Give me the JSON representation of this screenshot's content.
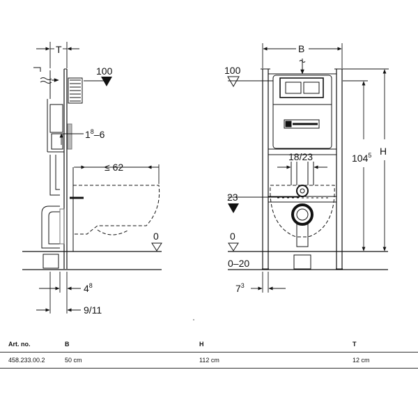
{
  "labels": {
    "t": "T",
    "b": "B",
    "h": "H",
    "dim_100_left": "100",
    "dim_100_right": "100",
    "dim_1_6_base": "1",
    "dim_1_6_sup": "8",
    "dim_1_6_tail": "–6",
    "dim_62": "≤ 62",
    "dim_0_left": "0",
    "dim_0_right": "0",
    "dim_4_base": "4",
    "dim_4_sup": "8",
    "dim_9_11": "9/11",
    "dim_18_23": "18/23",
    "dim_104_base": "104",
    "dim_104_sup": "5",
    "dim_23": "23",
    "dim_0_20": "0–20",
    "dim_7_base": "7",
    "dim_7_sup": "3"
  },
  "table": {
    "headers": [
      "Art. no.",
      "B",
      "H",
      "T"
    ],
    "rows": [
      [
        "458.233.00.2",
        "50 cm",
        "112 cm",
        "12 cm"
      ]
    ]
  }
}
